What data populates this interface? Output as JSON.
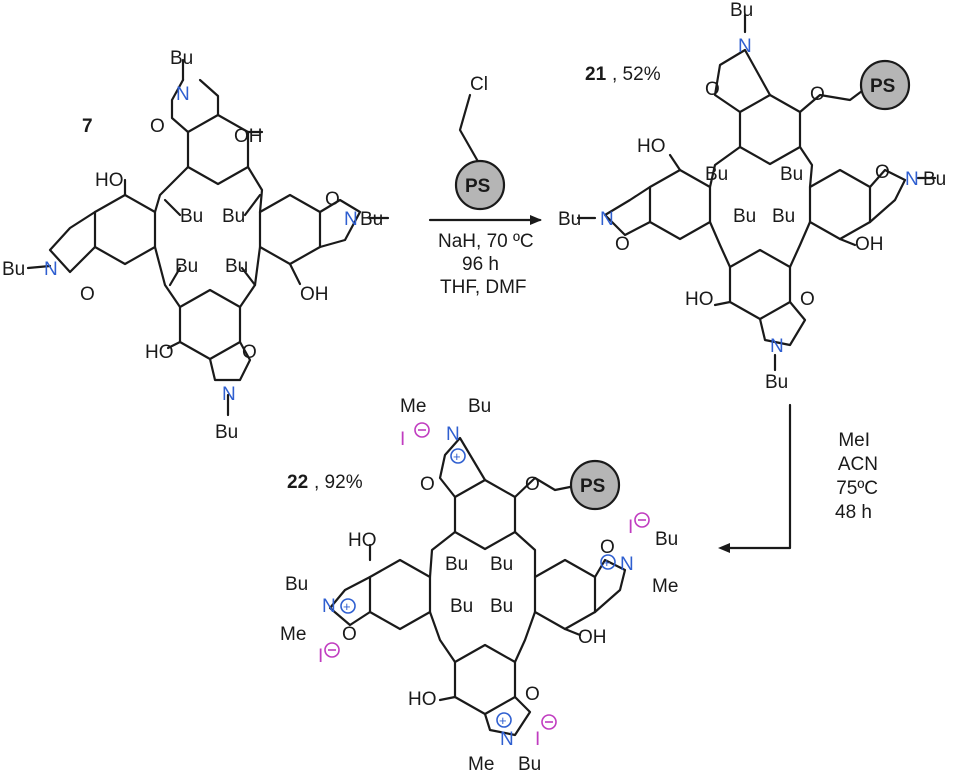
{
  "compound_7": {
    "id": "7"
  },
  "compound_21": {
    "id": "21",
    "yield": ", 52%"
  },
  "compound_22": {
    "id": "22",
    "yield": ", 92%"
  },
  "step1": {
    "reagent_atom": "Cl",
    "support": "PS",
    "conditions": [
      "NaH, 70 ºC",
      "96 h",
      "THF, DMF"
    ]
  },
  "step2": {
    "conditions": [
      "MeI",
      "ACN",
      "75ºC",
      "48 h"
    ]
  },
  "atoms": {
    "N": "N",
    "O": "O",
    "OH": "OH",
    "HO": "HO",
    "Bu": "Bu",
    "Me": "Me",
    "I": "I",
    "PS": "PS"
  }
}
